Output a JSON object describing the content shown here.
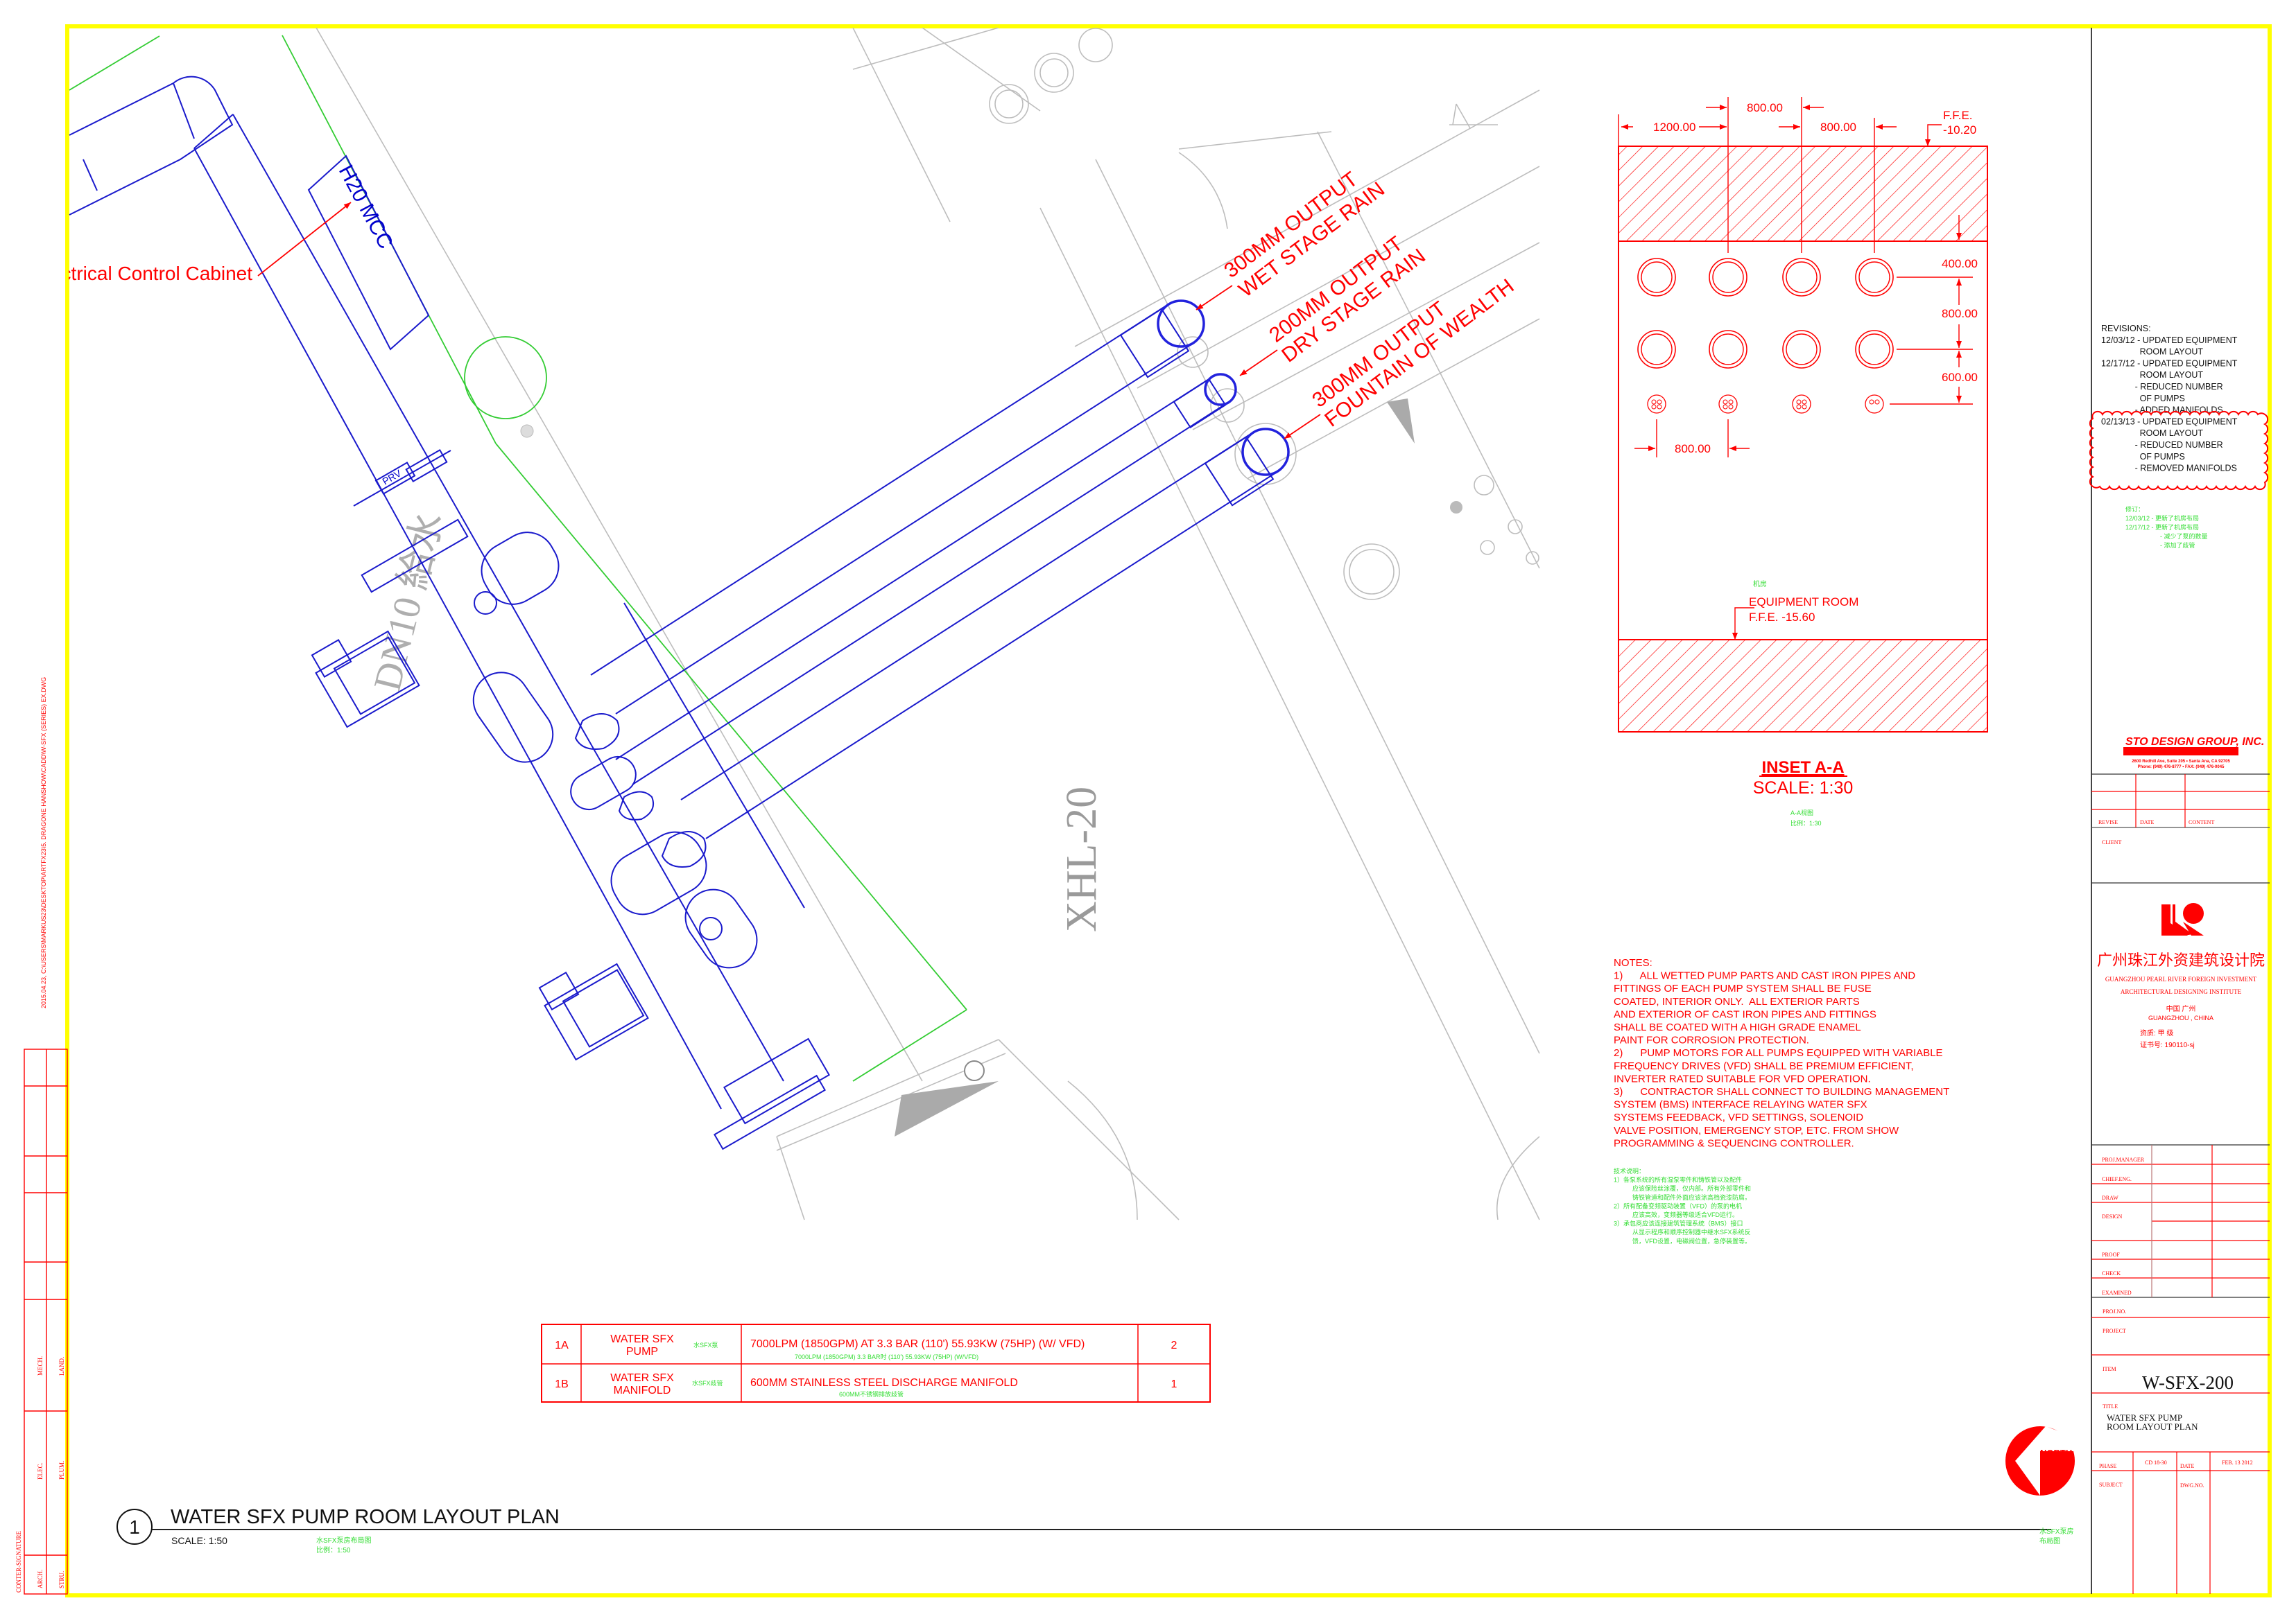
{
  "colors": {
    "frame": "#ffff00",
    "annotation": "#ff0000",
    "equipment": "#0000cc",
    "translation": "#33dd33",
    "architecture": "#9a9a9a"
  },
  "file_path": "2015.04.23,  C:\\USERS\\MARKUS23\\DESKTOP\\ARTFX23\\5. DRAGONE  HANSHOW\\CADD\\W-SFX  (SERIES)  EX.DWG",
  "plan": {
    "cabinet_label": "ctrical Control Cabinet",
    "mcc_label": "H20 MCC",
    "prv_label": "PRV",
    "gray_label_1": "XHL-20",
    "gray_label_2": "DN10 給水",
    "outputs": [
      {
        "line1": "300MM OUTPUT",
        "line2": "WET STAGE RAIN"
      },
      {
        "line1": "200MM OUTPUT",
        "line2": "DRY STAGE RAIN"
      },
      {
        "line1": "300MM OUTPUT",
        "line2": "FOUNTAIN OF WEALTH"
      }
    ]
  },
  "inset": {
    "dims": {
      "d1": "1200.00",
      "d2": "800.00",
      "d3": "800.00",
      "ffe_label": "F.F.E.",
      "ffe_value": "-10.20",
      "v1": "400.00",
      "v2": "800.00",
      "v3": "600.00",
      "h_bottom": "800.00"
    },
    "room_cn": "机房",
    "room_label": "EQUIPMENT ROOM",
    "room_ffe": "F.F.E. -15.60",
    "title": "INSET A-A",
    "scale": "SCALE: 1:30",
    "title_cn": "A-A视图",
    "scale_cn": "比例：1:30"
  },
  "notes": {
    "lines": [
      "NOTES:",
      "1)      ALL WETTED PUMP PARTS AND CAST IRON PIPES AND",
      "FITTINGS OF EACH PUMP SYSTEM SHALL BE FUSE",
      "COATED, INTERIOR ONLY.  ALL EXTERIOR PARTS",
      "AND EXTERIOR OF CAST IRON PIPES AND FITTINGS",
      "SHALL BE COATED WITH A HIGH GRADE ENAMEL",
      "PAINT FOR CORROSION PROTECTION.",
      "2)      PUMP MOTORS FOR ALL PUMPS EQUIPPED WITH VARIABLE",
      "FREQUENCY DRIVES (VFD) SHALL BE PREMIUM EFFICIENT,",
      "INVERTER RATED SUITABLE FOR VFD OPERATION.",
      "3)      CONTRACTOR SHALL CONNECT TO BUILDING MANAGEMENT",
      "SYSTEM (BMS) INTERFACE RELAYING WATER SFX",
      "SYSTEMS FEEDBACK, VFD SETTINGS, SOLENOID",
      "VALVE POSITION, EMERGENCY STOP, ETC. FROM SHOW",
      "PROGRAMMING & SEQUENCING CONTROLLER."
    ],
    "cn_lines": [
      "技术说明：",
      "1）各泵系统的所有湿泵零件和铸铁管以及配件",
      "　　　应该保险丝涂覆，仅内部。所有外部零件和",
      "　　　铸铁管道和配件外面应该涂高档瓷漆防腐。",
      "2）所有配备变频驱动装置（VFD）的泵的电机",
      "　　　应该高效，变频器等级适合VFD运行。",
      "3）承包商应该连接建筑管理系统（BMS）接口",
      "　　　从显示程序和顺序控制器中继水SFX系统反",
      "　　　馈，VFD设置，电磁阀位置，急停装置等。"
    ]
  },
  "schedule": {
    "rows": [
      {
        "tag": "1A",
        "name1": "WATER SFX",
        "name2": "PUMP",
        "name_cn": "水SFX泵",
        "desc": "7000LPM (1850GPM) AT 3.3 BAR (110') 55.93KW (75HP) (W/ VFD)",
        "desc_cn": "7000LPM (1850GPM) 3.3 BAR时 (110') 55.93KW (75HP) (W/VFD)",
        "qty": "2"
      },
      {
        "tag": "1B",
        "name1": "WATER SFX",
        "name2": "MANIFOLD",
        "name_cn": "水SFX歧管",
        "desc": "600MM STAINLESS STEEL DISCHARGE MANIFOLD",
        "desc_cn": "600MM不锈钢排放歧管",
        "qty": "1"
      }
    ]
  },
  "drawing_title": {
    "number": "1",
    "title": "WATER SFX PUMP ROOM LAYOUT PLAN",
    "scale": "SCALE: 1:50",
    "title_cn": "水SFX泵房布局图",
    "scale_cn": "比例：1:50",
    "north": "NORTH",
    "cn_near_north_1": "水SFX泵房",
    "cn_near_north_2": "布局图"
  },
  "revisions": {
    "lines": [
      "REVISIONS:",
      "12/03/12 - UPDATED EQUIPMENT",
      "                ROOM LAYOUT",
      "12/17/12 - UPDATED EQUIPMENT",
      "                ROOM LAYOUT",
      "              - REDUCED NUMBER",
      "                OF PUMPS",
      "              - ADDED MANIFOLDS",
      "02/13/13 - UPDATED EQUIPMENT",
      "                ROOM LAYOUT",
      "              - REDUCED NUMBER",
      "                OF PUMPS",
      "              - REMOVED MANIFOLDS"
    ],
    "cn_lines": [
      "修订：",
      "12/03/12 - 更新了机房布局",
      "12/17/12 - 更新了机房布局",
      "                    - 减少了泵的数量",
      "                    - 添加了歧管"
    ]
  },
  "title_block": {
    "sto_name": "STO DESIGN GROUP, INC.",
    "sto_address": "2600 Redhill Ave, Suite 205 • Santa Ana, CA 92705",
    "sto_phone": "Phone: (949) 476-8777 • FAX: (949) 476-0045",
    "revise": "REVISE",
    "date": "DATE",
    "content": "CONTENT",
    "client": "CLIENT",
    "institute_cn": "广州珠江外资建筑设计院",
    "institute_en1": "GUANGZHOU PEARL RIVER FOREIGN INVESTMENT",
    "institute_en2": "ARCHITECTURAL DESIGNING INSTITUTE",
    "city_cn": "中国  广州",
    "city_en": "GUANGZHOU , CHINA",
    "grade": "资质:    甲  级",
    "cert": "证书号: 190110-sj",
    "roles": [
      "PROJ.MANAGER",
      "CHIEF.ENG.",
      "DRAW",
      "DESIGN",
      "PROOF",
      "CHECK",
      "EXAMINED"
    ],
    "proj_no": "PROJ.NO.",
    "project": "PROJECT",
    "item": "ITEM",
    "item_value": "W-SFX-200",
    "title_label": "TITLE",
    "title_value_1": "WATER SFX PUMP",
    "title_value_2": "ROOM LAYOUT PLAN",
    "phase": "PHASE",
    "phase_value": "CD  18-30",
    "date_label": "DATE",
    "date_value": "FEB. 13 2012",
    "subject": "SUBJECT",
    "dwg_no": "DWG.NO."
  },
  "countersign": {
    "title": "CONTER-SIGNATURE",
    "labels": [
      "MECH.",
      "LAND.",
      "ELEC.",
      "PLUM.",
      "ARCH.",
      "STRU."
    ]
  }
}
